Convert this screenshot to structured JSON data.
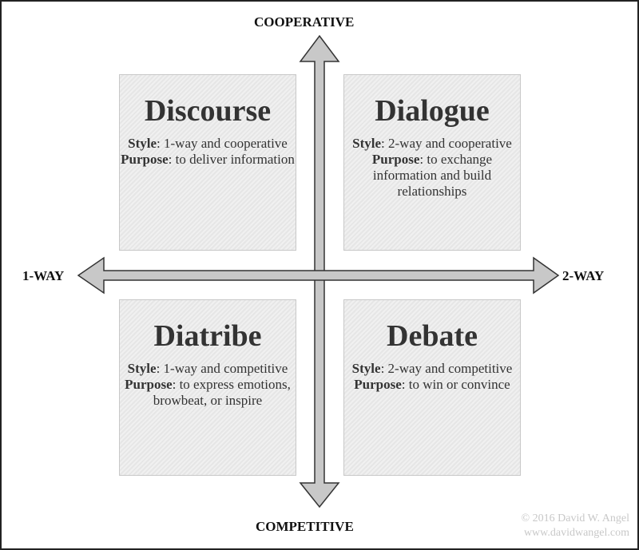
{
  "axes": {
    "top": "COOPERATIVE",
    "bottom": "COMPETITIVE",
    "left": "1-WAY",
    "right": "2-WAY"
  },
  "quadrants": [
    {
      "title": "Discourse",
      "style_label": "Style",
      "style_text": ": 1-way and cooperative",
      "purpose_label": "Purpose",
      "purpose_text": ": to deliver information"
    },
    {
      "title": "Dialogue",
      "style_label": "Style",
      "style_text": ": 2-way and cooperative",
      "purpose_label": "Purpose",
      "purpose_text": ": to exchange information and build relationships"
    },
    {
      "title": "Diatribe",
      "style_label": "Style",
      "style_text": ": 1-way and competitive",
      "purpose_label": "Purpose",
      "purpose_text": ": to express emotions, browbeat, or inspire"
    },
    {
      "title": "Debate",
      "style_label": "Style",
      "style_text": ": 2-way and competitive",
      "purpose_label": "Purpose",
      "purpose_text": ": to win or convince"
    }
  ],
  "copyright": {
    "line1": "© 2016 David W. Angel",
    "line2": "www.davidwangel.com"
  }
}
